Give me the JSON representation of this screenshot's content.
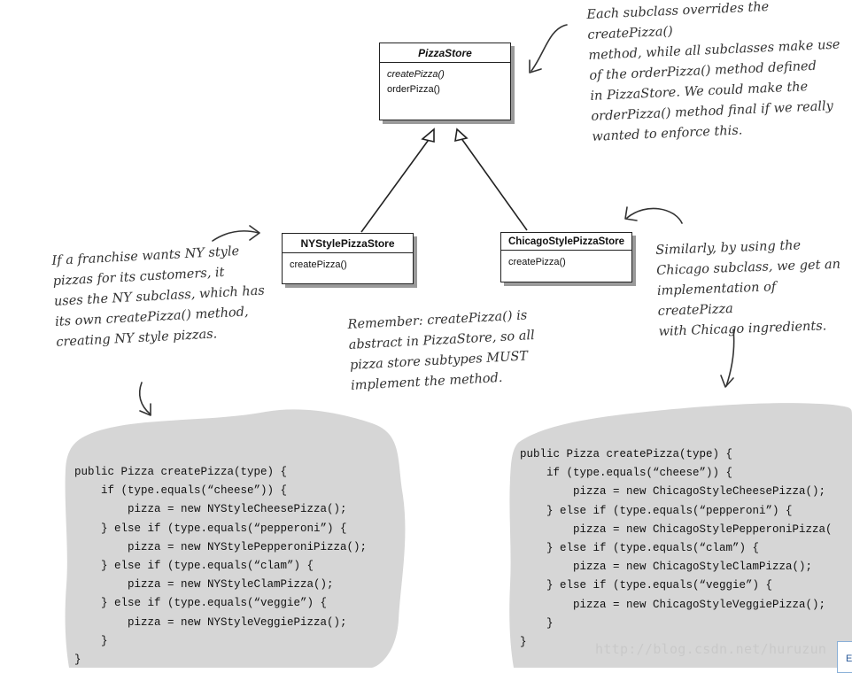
{
  "classes": {
    "pizza_store": {
      "name": "PizzaStore",
      "methods": [
        "createPizza()",
        "orderPizza()"
      ]
    },
    "ny_store": {
      "name": "NYStylePizzaStore",
      "methods": [
        "createPizza()"
      ]
    },
    "chicago_store": {
      "name": "ChicagoStylePizzaStore",
      "methods": [
        "createPizza()"
      ]
    }
  },
  "notes": {
    "top_right": [
      "Each subclass overrides the createPizza()",
      "method, while all subclasses make use",
      "of the orderPizza() method defined",
      "in PizzaStore. We could make the",
      "orderPizza() method final if we really",
      "wanted to enforce this."
    ],
    "left": [
      "If a franchise wants NY style",
      "pizzas for its customers, it",
      "uses the NY subclass, which has",
      "its own createPizza() method,",
      "creating NY style pizzas."
    ],
    "center": [
      "Remember: createPizza() is",
      "abstract in PizzaStore, so all",
      "pizza store subtypes MUST",
      "implement the method."
    ],
    "right": [
      "Similarly, by using the",
      "Chicago subclass, we get an",
      "implementation of createPizza",
      "with Chicago ingredients."
    ]
  },
  "code": {
    "ny": "public Pizza createPizza(type) {\n    if (type.equals(“cheese”)) {\n        pizza = new NYStyleCheesePizza();\n    } else if (type.equals(“pepperoni”) {\n        pizza = new NYStylePepperoniPizza();\n    } else if (type.equals(“clam”) {\n        pizza = new NYStyleClamPizza();\n    } else if (type.equals(“veggie”) {\n        pizza = new NYStyleVeggiePizza();\n    }\n}",
    "chicago": "public Pizza createPizza(type) {\n    if (type.equals(“cheese”)) {\n        pizza = new ChicagoStyleCheesePizza();\n    } else if (type.equals(“pepperoni”) {\n        pizza = new ChicagoStylePepperoniPizza(\n    } else if (type.equals(“clam”) {\n        pizza = new ChicagoStyleClamPizza();\n    } else if (type.equals(“veggie”) {\n        pizza = new ChicagoStyleVeggiePizza();\n    }\n}"
  },
  "watermark": "http://blog.csdn.net/huruzun",
  "corner_chip": "E",
  "colors": {
    "blob_fill": "#d6d6d6",
    "line": "#222222",
    "arrow": "#333333",
    "shadow": "#9a9a9a"
  }
}
